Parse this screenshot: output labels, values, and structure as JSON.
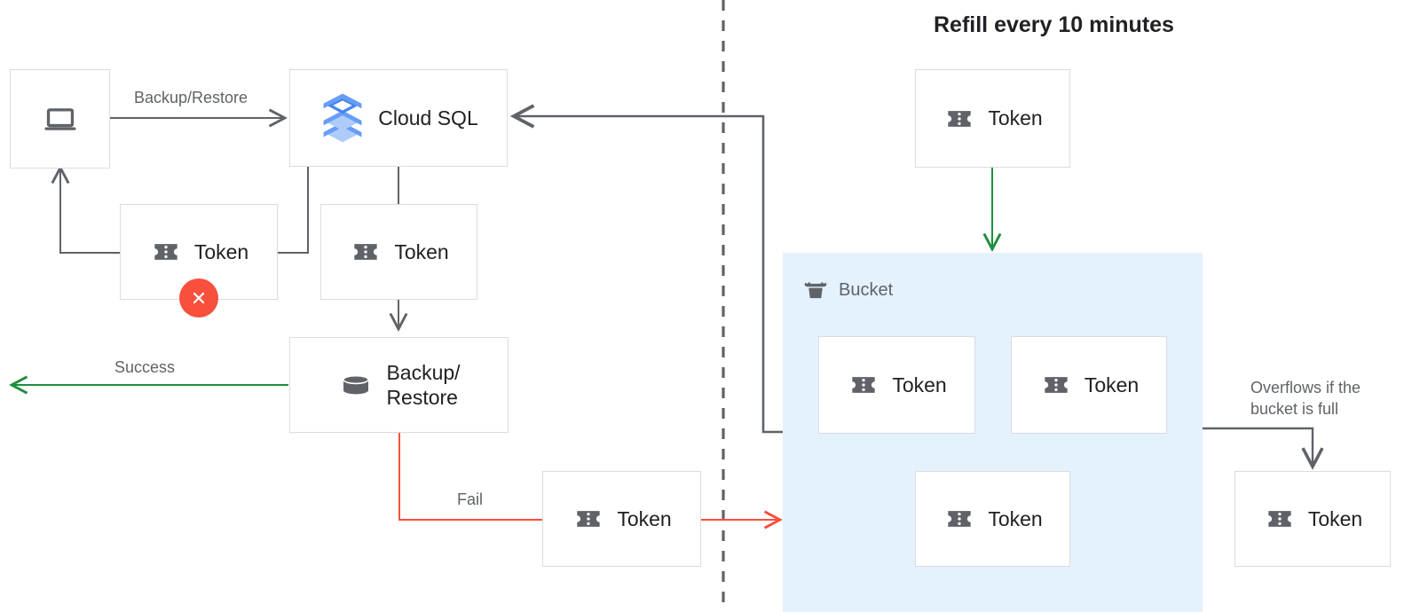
{
  "diagram": {
    "title": "Refill every 10 minutes",
    "colors": {
      "accent_blue": "#4285f4",
      "bucket_fill": "#e3f2fd",
      "success_green": "#1e8e3e",
      "fail_red": "#f8503c",
      "edge_gray": "#5f6368",
      "box_border": "#dadce0",
      "icon_gray": "#5f6368",
      "text_primary": "#202124",
      "text_secondary": "#5f6368"
    },
    "nodes": {
      "client": {
        "label": "",
        "icon": "laptop-icon"
      },
      "cloud_sql": {
        "label": "Cloud SQL",
        "icon": "cloud-sql-icon"
      },
      "token_client": {
        "label": "Token",
        "icon": "token-icon",
        "status": "error"
      },
      "token_sql": {
        "label": "Token",
        "icon": "token-icon"
      },
      "backup_restore": {
        "label": "Backup/\nRestore",
        "icon": "database-icon"
      },
      "token_fail": {
        "label": "Token",
        "icon": "token-icon"
      },
      "token_refill": {
        "label": "Token",
        "icon": "token-icon"
      },
      "token_bucket_1": {
        "label": "Token",
        "icon": "token-icon"
      },
      "token_bucket_2": {
        "label": "Token",
        "icon": "token-icon"
      },
      "token_bucket_3": {
        "label": "Token",
        "icon": "token-icon"
      },
      "token_overflow": {
        "label": "Token",
        "icon": "token-icon"
      }
    },
    "region": {
      "bucket": {
        "title": "Bucket",
        "icon": "bucket-icon"
      }
    },
    "edge_labels": {
      "backup_restore": "Backup/Restore",
      "success": "Success",
      "fail": "Fail",
      "overflow": "Overflows if the\nbucket is full"
    }
  }
}
